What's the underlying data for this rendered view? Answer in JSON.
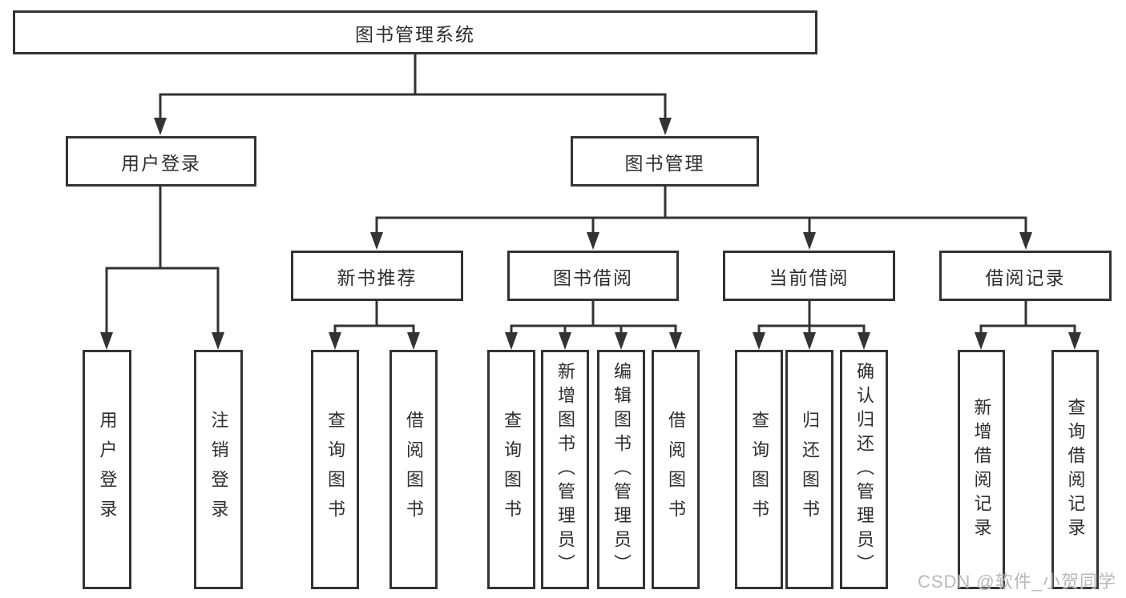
{
  "tree": {
    "label": "图书管理系统",
    "children": [
      {
        "label": "用户登录",
        "children": [
          {
            "label": "用户登录"
          },
          {
            "label": "注销登录"
          }
        ]
      },
      {
        "label": "图书管理",
        "children": [
          {
            "label": "新书推荐",
            "children": [
              {
                "label": "查询图书"
              },
              {
                "label": "借阅图书"
              }
            ]
          },
          {
            "label": "图书借阅",
            "children": [
              {
                "label": "查询图书"
              },
              {
                "label": "新增图书（管理员）"
              },
              {
                "label": "编辑图书（管理员）"
              },
              {
                "label": "借阅图书"
              }
            ]
          },
          {
            "label": "当前借阅",
            "children": [
              {
                "label": "查询图书"
              },
              {
                "label": "归还图书"
              },
              {
                "label": "确认归还（管理员）"
              }
            ]
          },
          {
            "label": "借阅记录",
            "children": [
              {
                "label": "新增借阅记录"
              },
              {
                "label": "查询借阅记录"
              }
            ]
          }
        ]
      }
    ]
  },
  "watermark": {
    "text": "CSDN @软件_小贺同学"
  },
  "colors": {
    "line": "#333333",
    "text": "#2d2d2d",
    "watermark": "#b9b9b9",
    "background": "#ffffff"
  }
}
